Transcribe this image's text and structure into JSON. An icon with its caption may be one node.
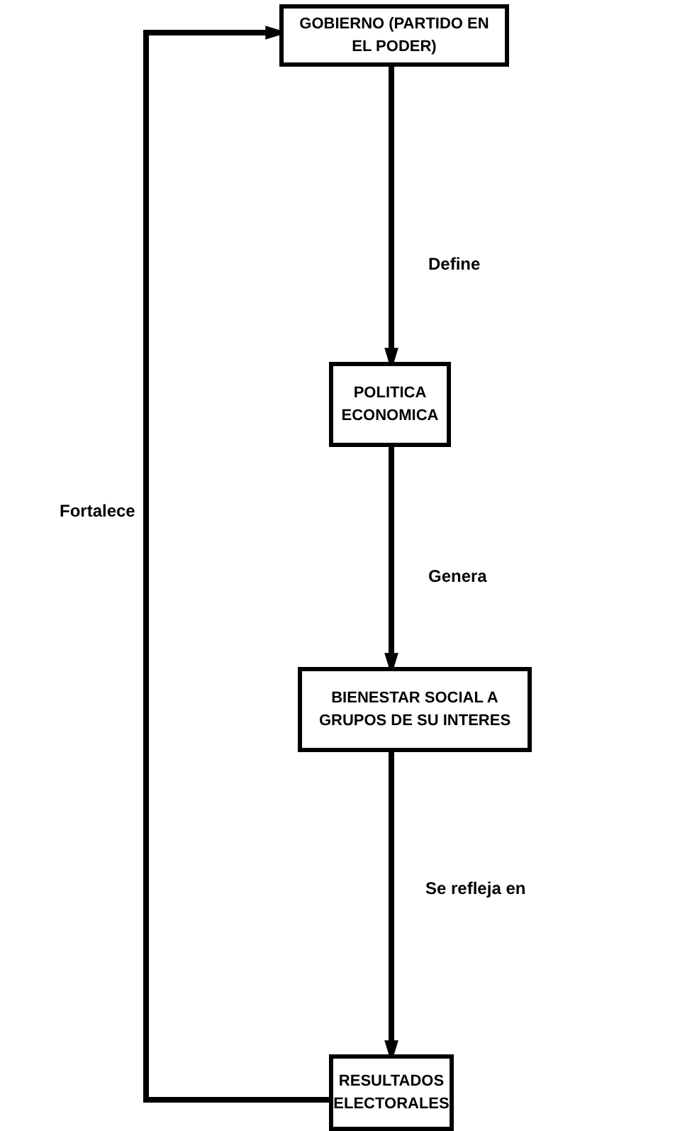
{
  "diagram": {
    "nodes": [
      {
        "text": [
          "GOBIERNO (PARTIDO EN EL PODER)"
        ]
      },
      {
        "text": [
          "POLITICA ECONOMICA"
        ]
      },
      {
        "text": [
          "BIENESTAR SOCIAL A GRUPOS DE SU INTERES"
        ]
      },
      {
        "text": [
          "RESULTADOS ELECTORALES"
        ]
      }
    ],
    "edges": [
      {
        "from": 0,
        "to": 1,
        "arrow": "to",
        "label": "Define"
      },
      {
        "from": 1,
        "to": 2,
        "arrow": "to",
        "label": "Genera"
      },
      {
        "from": 2,
        "to": 3,
        "arrow": "to",
        "label": "Se refleja en"
      },
      {
        "from": 3,
        "to": 0,
        "arrow": "to",
        "label": "Fortalece"
      }
    ]
  }
}
